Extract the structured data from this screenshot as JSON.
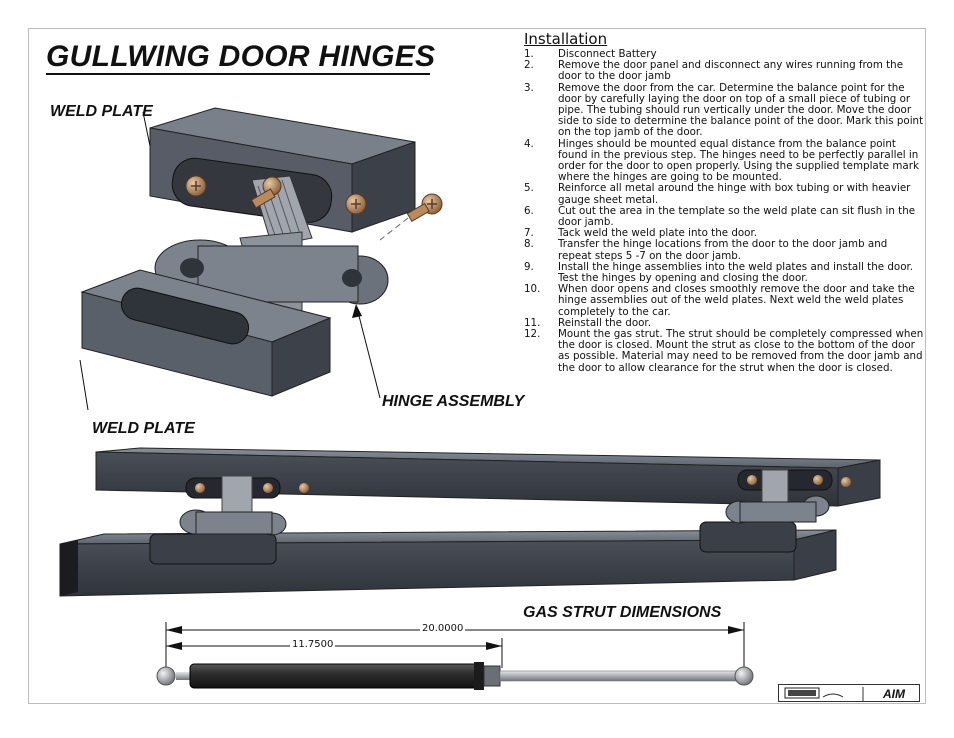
{
  "title": "GULLWING DOOR HINGES",
  "callouts": {
    "weld_plate_top": "WELD PLATE",
    "weld_plate_bottom": "WELD PLATE",
    "hinge_assembly": "HINGE ASSEMBLY",
    "gas_strut": "GAS STRUT DIMENSIONS"
  },
  "installation": {
    "heading": "Installation",
    "steps": [
      {
        "num": "1.",
        "text": "Disconnect Battery"
      },
      {
        "num": "2.",
        "text": "Remove the door panel and disconnect any wires running from the door to the door jamb"
      },
      {
        "num": "3.",
        "text": "Remove the door from the car.  Determine the balance point for the door by carefully laying the door on top of a small piece of tubing or pipe.  The tubing should run vertically under the door.  Move the door side to side to determine the balance point of the door.  Mark this point on the top jamb of the door."
      },
      {
        "num": "4.",
        "text": "Hinges should be mounted equal distance from the balance point found in the previous step.   The hinges need to be perfectly parallel in order for the door to open properly.  Using the supplied template mark where the hinges are going to be mounted."
      },
      {
        "num": "5.",
        "text": "Reinforce all metal around the hinge with box tubing or with heavier gauge sheet metal."
      },
      {
        "num": "6.",
        "text": "Cut out the area in the template so the weld plate can sit flush in the door jamb."
      },
      {
        "num": "7.",
        "text": "Tack weld the weld plate into the door."
      },
      {
        "num": "8.",
        "text": "Transfer the hinge locations from the door to the door jamb and repeat steps 5 -7 on the door jamb."
      },
      {
        "num": "9.",
        "text": "Install the hinge assemblies into the weld plates and install the door.  Test the hinges by opening and closing the door."
      },
      {
        "num": "10.",
        "text": "When door opens and closes smoothly remove the door and take the hinge assemblies out of the weld plates.  Next weld the weld plates completely to the car."
      },
      {
        "num": "11.",
        "text": "Reinstall the door."
      },
      {
        "num": "12.",
        "text": "Mount the gas strut.  The strut should be completely compressed when the door is closed.  Mount the strut as close to the bottom of the door as possible.  Material may need to be removed from the door jamb and the door to allow clearance for the strut when the door is closed."
      }
    ]
  },
  "dimensions": {
    "overall": "20.0000",
    "body": "11.7500"
  },
  "logo": {
    "right_mark": "AIM"
  },
  "colors": {
    "steel_dark": "#4a4f5a",
    "steel_mid": "#6d737e",
    "steel_light": "#a4a9b2",
    "brass": "#b98a5e",
    "strut_body": "#2b2b2b",
    "strut_rod": "#b9bcc2"
  }
}
